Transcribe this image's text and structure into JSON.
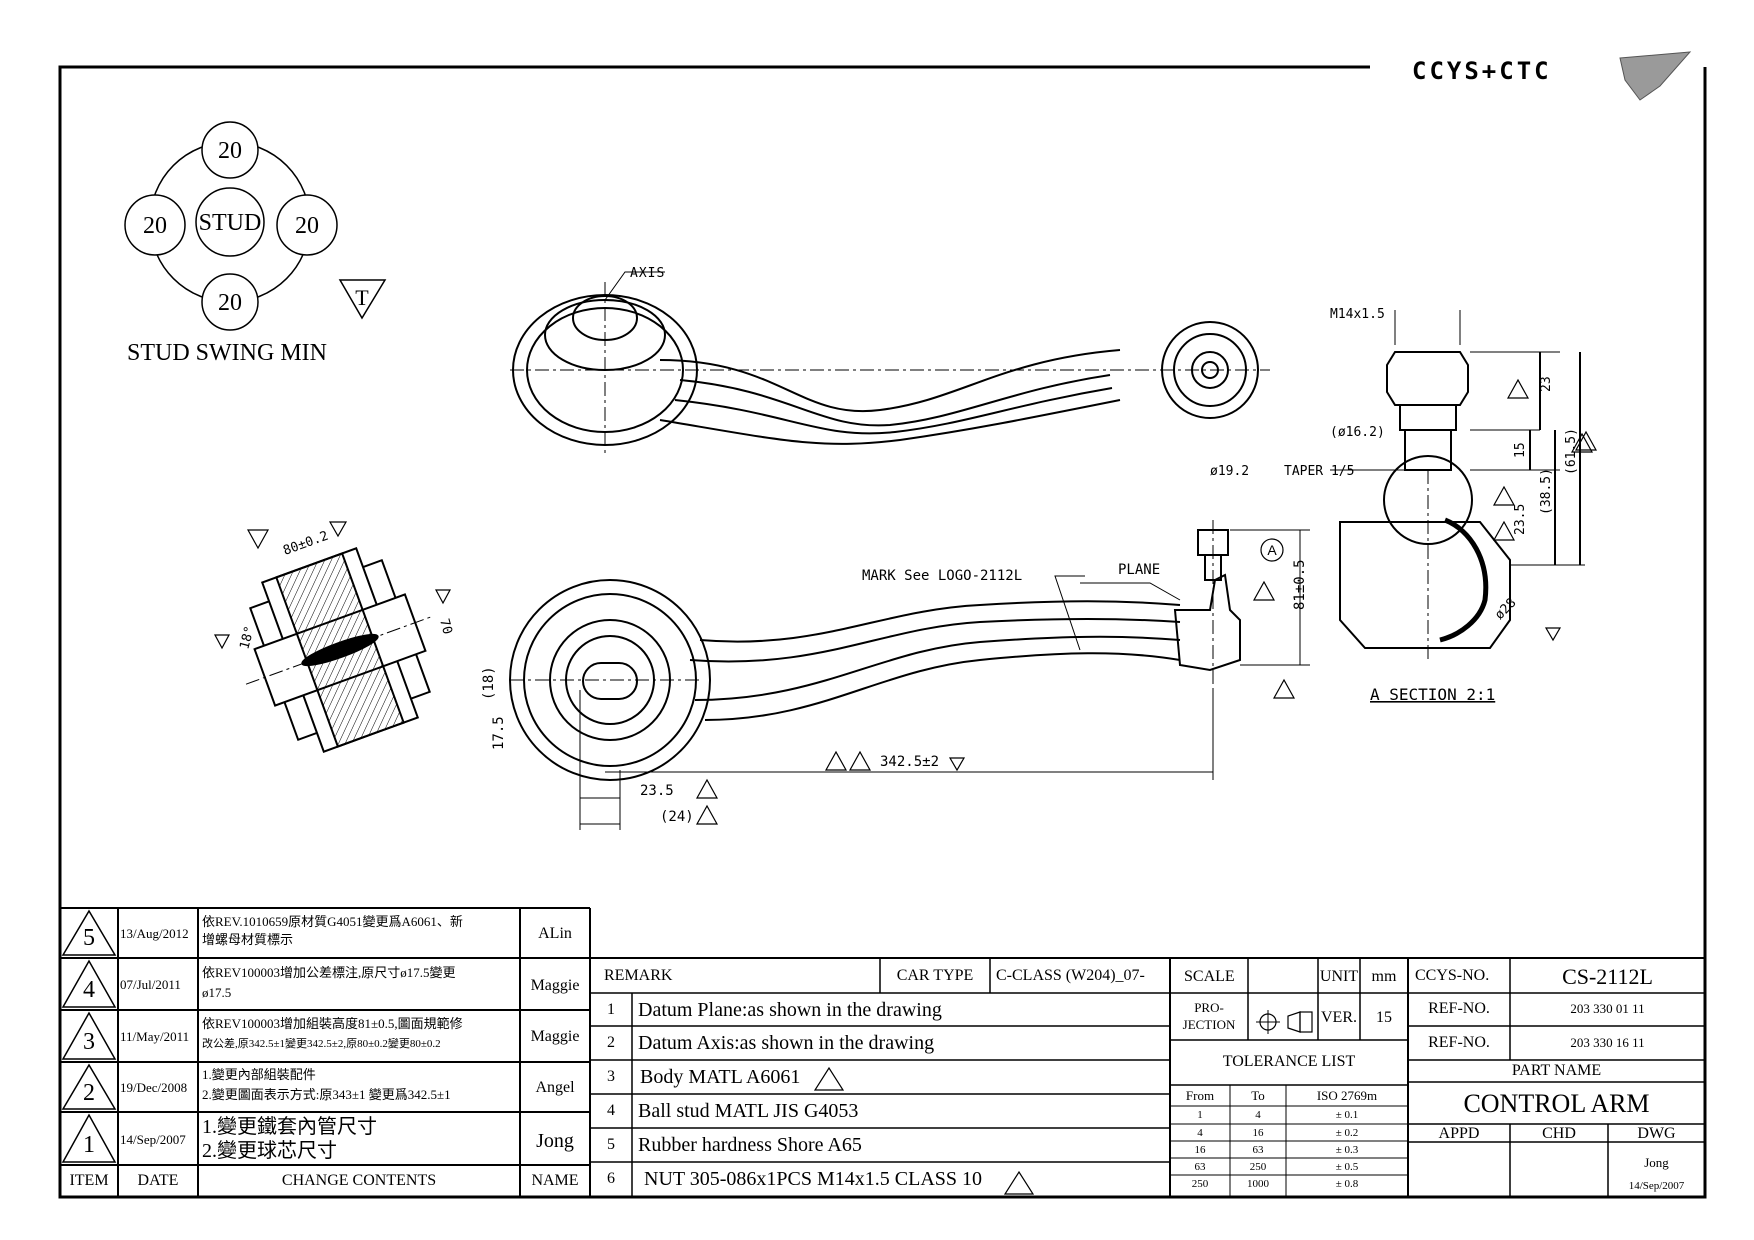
{
  "logo_text": "CCYS+CTC",
  "stud": {
    "title": "STUD SWING MIN",
    "center": "STUD",
    "angles": [
      "20",
      "20",
      "20",
      "20"
    ],
    "deg": "°",
    "datum": "T"
  },
  "callouts": {
    "axis": "AXIS",
    "m14": "M14x1.5",
    "d16": "(ø16.2)",
    "taper_d": "ø19.2",
    "taper": "TAPER 1/5",
    "mark": "MARK See LOGO-2112L",
    "plane": "PLANE",
    "a_circle": "A",
    "section": "A SECTION  2:1",
    "d28": "ø28",
    "dim_80": "80±0.2",
    "dim_70": "70",
    "dim_18deg": "18°",
    "dim_18": "(18)",
    "dim_175": "17.5",
    "dim_342": "342.5±2",
    "dim_235": "23.5",
    "dim_24": "(24)",
    "dim_81": "81±0.5",
    "dim_23": "23",
    "dim_15": "15",
    "dim_235b": "23.5",
    "dim_385": "(38.5)",
    "dim_615": "(61.5)"
  },
  "revisions": {
    "header": {
      "item": "ITEM",
      "date": "DATE",
      "contents": "CHANGE CONTENTS",
      "name": "NAME"
    },
    "rows": [
      {
        "item": "5",
        "date": "13/Aug/2012",
        "line1": "依REV.1010659原材質G4051變更爲A6061、新",
        "line2": "增螺母材質標示",
        "name": "ALin"
      },
      {
        "item": "4",
        "date": "07/Jul/2011",
        "line1": "依REV100003增加公差標注,原尺寸ø17.5變更",
        "line2": "ø17.5",
        "name": "Maggie"
      },
      {
        "item": "3",
        "date": "11/May/2011",
        "line1": "依REV100003增加組裝高度81±0.5,圖面規範修",
        "line2": "改公差,原342.5±1變更342.5±2,原80±0.2變更80±0.2",
        "name": "Maggie"
      },
      {
        "item": "2",
        "date": "19/Dec/2008",
        "line1": "1.變更內部組裝配件",
        "line2": "2.變更圖面表示方式:原343±1 變更爲342.5±1",
        "name": "Angel"
      },
      {
        "item": "1",
        "date": "14/Sep/2007",
        "line1": "1.變更鐵套內管尺寸",
        "line2": "2.變更球芯尺寸",
        "name": "Jong"
      }
    ]
  },
  "remarks": {
    "header": "REMARK",
    "car_type_label": "CAR TYPE",
    "car_type": "C-CLASS (W204)_07-",
    "items": [
      {
        "n": "1",
        "text": "Datum Plane:as shown in the drawing"
      },
      {
        "n": "2",
        "text": "Datum Axis:as shown in the drawing"
      },
      {
        "n": "3",
        "text": "Body MATL A6061"
      },
      {
        "n": "4",
        "text": "Ball stud MATL JIS G4053"
      },
      {
        "n": "5",
        "text": "Rubber hardness Shore A65"
      },
      {
        "n": "6",
        "text": "NUT 305-086x1PCS M14x1.5 CLASS 10"
      }
    ]
  },
  "spec": {
    "scale": "SCALE",
    "unit": "UNIT",
    "unit_value": "mm",
    "projection": "PRO-",
    "projection2": "JECTION",
    "ver": "VER.",
    "ver_value": "15",
    "tol_title": "TOLERANCE LIST",
    "tol_header": [
      "From",
      "To",
      "ISO 2769m"
    ],
    "tolerances": [
      [
        "1",
        "4",
        "± 0.1"
      ],
      [
        "4",
        "16",
        "± 0.2"
      ],
      [
        "16",
        "63",
        "± 0.3"
      ],
      [
        "63",
        "250",
        "± 0.5"
      ],
      [
        "250",
        "1000",
        "± 0.8"
      ]
    ]
  },
  "title_block": {
    "ccys_label": "CCYS-NO.",
    "ccys_no": "CS-2112L",
    "ref_label": "REF-NO.",
    "ref1": "203 330 01 11",
    "ref2": "203 330 16 11",
    "part_name_label": "PART NAME",
    "part_name": "CONTROL ARM",
    "appd": "APPD",
    "chd": "CHD",
    "dwg": "DWG",
    "drawer": "Jong",
    "date": "14/Sep/2007"
  }
}
